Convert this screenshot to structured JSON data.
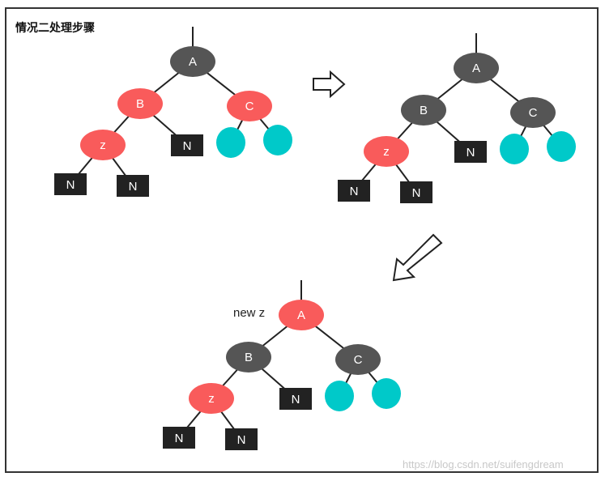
{
  "title": "情况二处理步骤",
  "annotation": "new z",
  "watermark": "https://blog.csdn.net/suifengdream",
  "colors": {
    "red": "#f95b5b",
    "black": "#555555",
    "nil": "#222222",
    "cyan": "#00c9c9",
    "edge": "#222222"
  },
  "trees": [
    {
      "nodes": {
        "A": "A",
        "B": "B",
        "C": "C",
        "z": "z",
        "N1": "N",
        "N2": "N",
        "N3": "N"
      },
      "colors": {
        "A": "black",
        "B": "red",
        "C": "red",
        "z": "red"
      }
    },
    {
      "nodes": {
        "A": "A",
        "B": "B",
        "C": "C",
        "z": "z",
        "N1": "N",
        "N2": "N",
        "N3": "N"
      },
      "colors": {
        "A": "black",
        "B": "black",
        "C": "black",
        "z": "red"
      }
    },
    {
      "nodes": {
        "A": "A",
        "B": "B",
        "C": "C",
        "z": "z",
        "N1": "N",
        "N2": "N",
        "N3": "N"
      },
      "colors": {
        "A": "red",
        "B": "black",
        "C": "black",
        "z": "red"
      }
    }
  ],
  "arrows": [
    {
      "icon": "right-arrow-icon"
    },
    {
      "icon": "down-left-arrow-icon"
    }
  ]
}
